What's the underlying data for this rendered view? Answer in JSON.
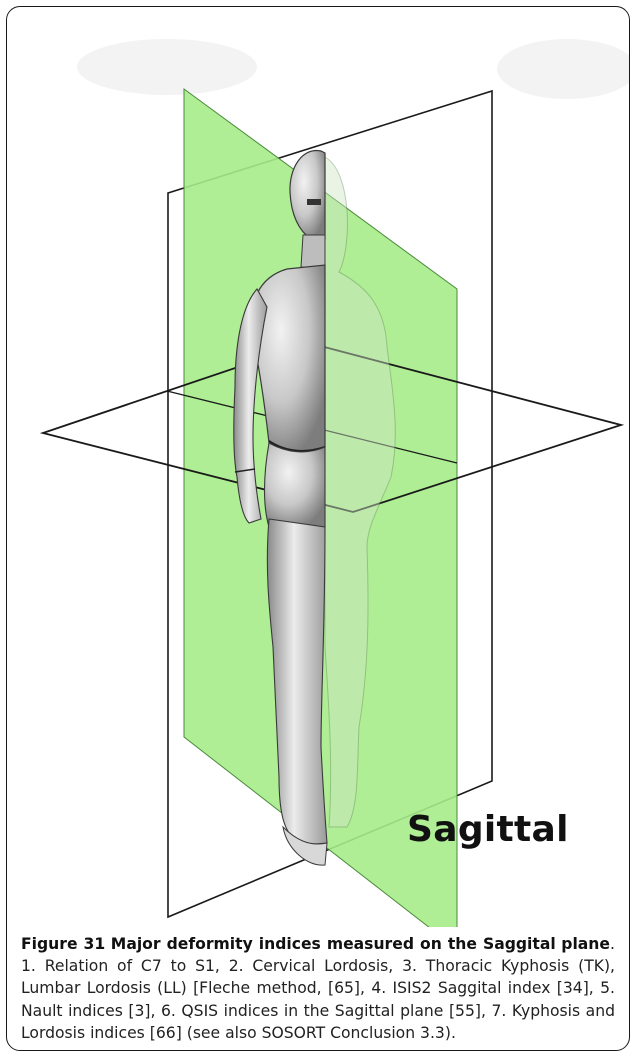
{
  "figure": {
    "plane_label": "Sagittal",
    "caption": {
      "number": "Figure 31",
      "title_main": "Major deformity indices measured on the Saggital",
      "title_plane": "plane",
      "body": ". 1. Relation of C7 to S1, 2. Cervical Lordosis, 3. Thoracic Kyphosis (TK), Lumbar Lordosis (LL) [Fleche method, [65], 4. ISIS2 Saggital index [34], 5. Nault indices [3], 6. QSIS indices in the Sagittal plane [55], 7. Kyphosis and Lordosis indices [66] (see also SOSORT Conclusion 3.3)."
    },
    "colors": {
      "sagittal_plane": "#a6ec8a",
      "outline": "#1a1a1a",
      "body_gray": "#c9c9c9"
    },
    "icons": [
      "anatomical-body-figure",
      "sagittal-plane",
      "coronal-plane",
      "transverse-plane"
    ]
  }
}
